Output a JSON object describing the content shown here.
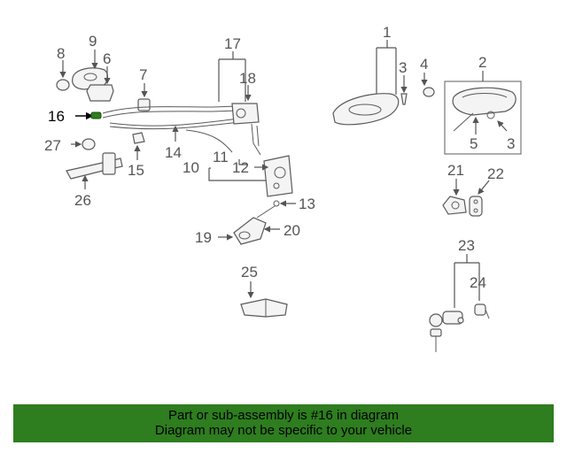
{
  "diagram": {
    "callouts": [
      "1",
      "2",
      "3",
      "3",
      "4",
      "5",
      "6",
      "7",
      "8",
      "9",
      "10",
      "11",
      "12",
      "13",
      "14",
      "15",
      "16",
      "17",
      "18",
      "19",
      "20",
      "21",
      "22",
      "23",
      "24",
      "25",
      "26",
      "27"
    ],
    "highlighted_part": "16",
    "highlight_color": "#2e7d1f"
  },
  "banner": {
    "line1": "Part or sub-assembly is #16 in diagram",
    "line2": "Diagram may not be specific to your vehicle",
    "background": "#2e7d1f"
  }
}
